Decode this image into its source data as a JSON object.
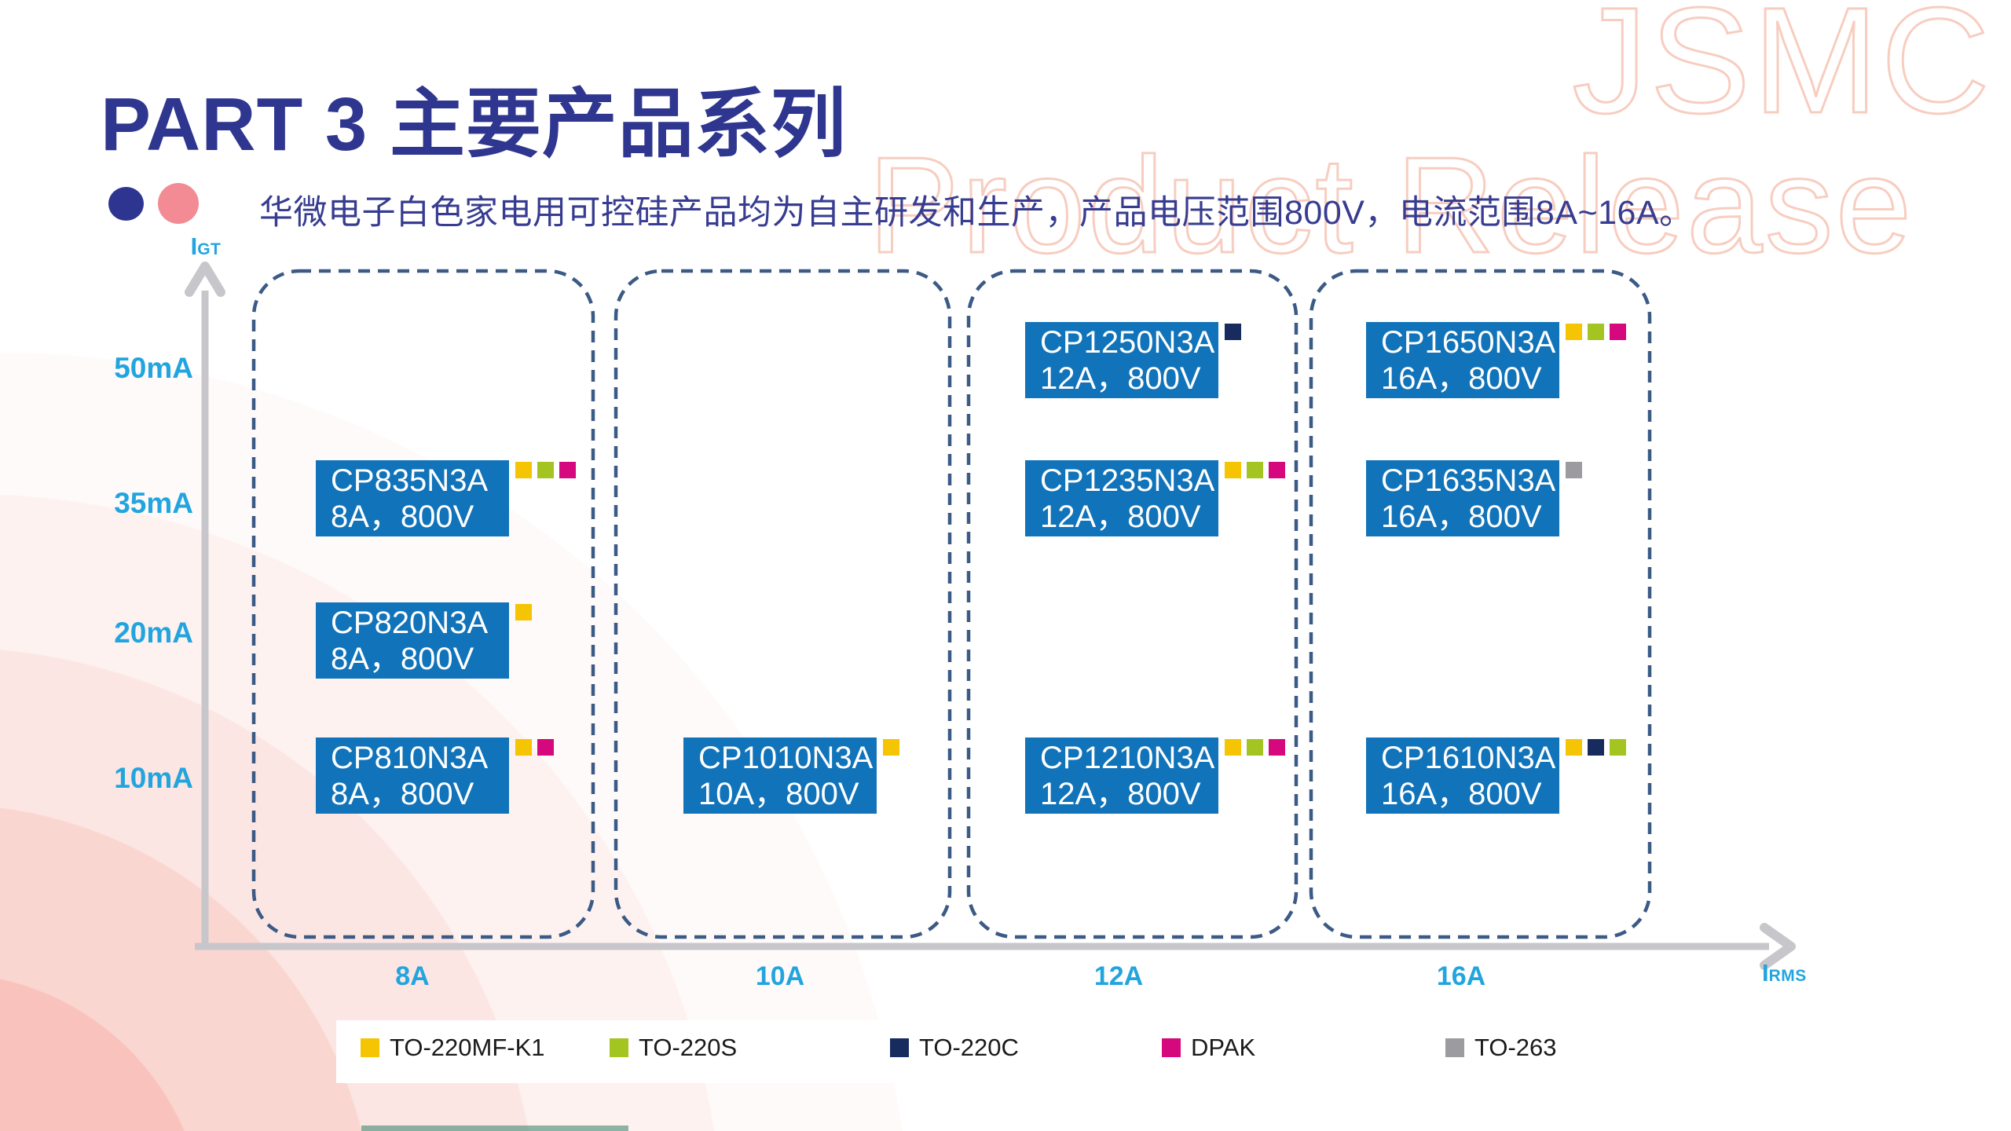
{
  "slide": {
    "title": "PART 3 主要产品系列",
    "subtitle": "华微电子白色家电用可控硅产品均为自主研发和生产，产品电压范围800V，电流范围8A~16A。",
    "watermark_line1": "JSMC",
    "watermark_line2": "Product Release"
  },
  "colors": {
    "title_navy": "#2F368F",
    "box_blue": "#1173B9",
    "axis_label_cyan": "#22A5DF",
    "axis_gray": "#C7C7CB",
    "dashed_outline": "#3B5A85",
    "watermark_pink": "#F7CDC0",
    "bullet_navy": "#2D3590",
    "bullet_pink": "#F28B93"
  },
  "chart_data": {
    "type": "scatter",
    "title": "主要产品系列（白色家电用可控硅）",
    "x_axis": {
      "symbol": "I",
      "sub": "RMS",
      "ticks": [
        "8A",
        "10A",
        "12A",
        "16A"
      ]
    },
    "y_axis": {
      "symbol": "I",
      "sub": "GT",
      "ticks": [
        "50mA",
        "35mA",
        "20mA",
        "10mA"
      ]
    },
    "products": [
      {
        "name": "CP835N3A",
        "spec": "8A，800V",
        "irms": "8A",
        "igt": "35mA",
        "packages": [
          "TO-220MF-K1",
          "TO-220S",
          "DPAK"
        ]
      },
      {
        "name": "CP820N3A",
        "spec": "8A，800V",
        "irms": "8A",
        "igt": "20mA",
        "packages": [
          "TO-220MF-K1"
        ]
      },
      {
        "name": "CP810N3A",
        "spec": "8A，800V",
        "irms": "8A",
        "igt": "10mA",
        "packages": [
          "TO-220MF-K1",
          "DPAK"
        ]
      },
      {
        "name": "CP1010N3A",
        "spec": "10A，800V",
        "irms": "10A",
        "igt": "10mA",
        "packages": [
          "TO-220MF-K1"
        ]
      },
      {
        "name": "CP1250N3A",
        "spec": "12A，800V",
        "irms": "12A",
        "igt": "50mA",
        "packages": [
          "TO-220C"
        ]
      },
      {
        "name": "CP1235N3A",
        "spec": "12A，800V",
        "irms": "12A",
        "igt": "35mA",
        "packages": [
          "TO-220MF-K1",
          "TO-220S",
          "DPAK"
        ]
      },
      {
        "name": "CP1210N3A",
        "spec": "12A，800V",
        "irms": "12A",
        "igt": "10mA",
        "packages": [
          "TO-220MF-K1",
          "TO-220S",
          "DPAK"
        ]
      },
      {
        "name": "CP1650N3A",
        "spec": "16A，800V",
        "irms": "16A",
        "igt": "50mA",
        "packages": [
          "TO-220MF-K1",
          "TO-220S",
          "DPAK"
        ]
      },
      {
        "name": "CP1635N3A",
        "spec": "16A，800V",
        "irms": "16A",
        "igt": "35mA",
        "packages": [
          "TO-263"
        ]
      },
      {
        "name": "CP1610N3A",
        "spec": "16A，800V",
        "irms": "16A",
        "igt": "10mA",
        "packages": [
          "TO-220MF-K1",
          "TO-220C",
          "TO-220S"
        ]
      }
    ],
    "legend": [
      {
        "label": "TO-220MF-K1",
        "color": "#F5C402"
      },
      {
        "label": "TO-220S",
        "color": "#A4C421"
      },
      {
        "label": "TO-220C",
        "color": "#182B5F"
      },
      {
        "label": "DPAK",
        "color": "#D5087E"
      },
      {
        "label": "TO-263",
        "color": "#9C9CA0"
      }
    ],
    "package_colors": {
      "TO-220MF-K1": "#F5C402",
      "TO-220S": "#A4C421",
      "TO-220C": "#182B5F",
      "DPAK": "#D5087E",
      "TO-263": "#9C9CA0"
    }
  }
}
